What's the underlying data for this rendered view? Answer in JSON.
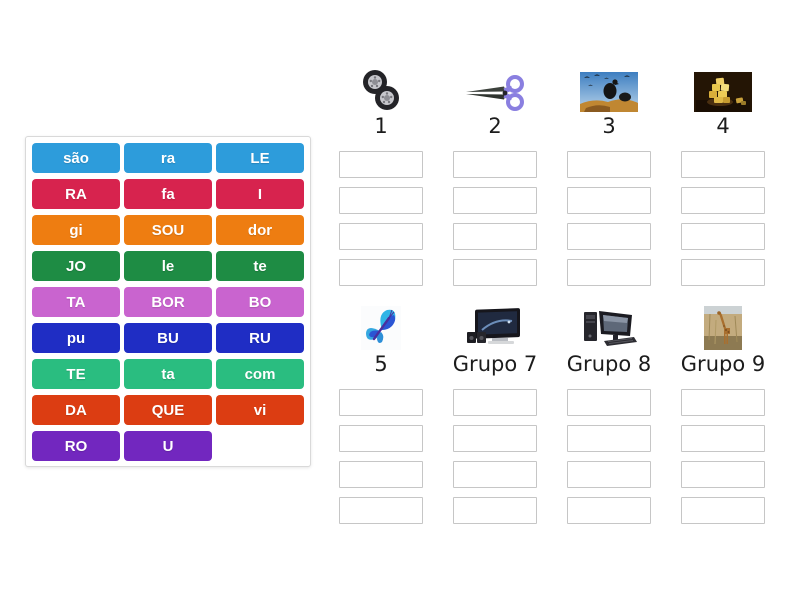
{
  "page": {
    "background": "#ffffff",
    "slot_border_color": "#c6c6c6",
    "label_color": "#1c1c1c"
  },
  "word_bank": {
    "rows": [
      {
        "color": "#2d9cdb",
        "tiles": [
          "são",
          "ra",
          "LE"
        ]
      },
      {
        "color": "#d7234e",
        "tiles": [
          "RA",
          "fa",
          "I"
        ]
      },
      {
        "color": "#ee7d11",
        "tiles": [
          "gi",
          "SOU",
          "dor"
        ]
      },
      {
        "color": "#1e8c44",
        "tiles": [
          "JO",
          "le",
          "te"
        ]
      },
      {
        "color": "#c964cf",
        "tiles": [
          "TA",
          "BOR",
          "BO"
        ]
      },
      {
        "color": "#1f2dc4",
        "tiles": [
          "pu",
          "BU",
          "RU"
        ]
      },
      {
        "color": "#2abd80",
        "tiles": [
          "TE",
          "ta",
          "com"
        ]
      },
      {
        "color": "#dc3d12",
        "tiles": [
          "DA",
          "QUE",
          "vi"
        ]
      },
      {
        "color": "#7227bf",
        "tiles": [
          "RO",
          "U"
        ]
      }
    ]
  },
  "groups": [
    {
      "label": "1",
      "image": "wheels-image",
      "slots": 4
    },
    {
      "label": "2",
      "image": "scissors-image",
      "slots": 4
    },
    {
      "label": "3",
      "image": "vultures-image",
      "slots": 4
    },
    {
      "label": "4",
      "image": "cheese-image",
      "slots": 4
    },
    {
      "label": "5",
      "image": "butterfly-image",
      "slots": 4
    },
    {
      "label": "Grupo 7",
      "image": "tv-image",
      "slots": 4
    },
    {
      "label": "Grupo 8",
      "image": "computer-image",
      "slots": 4
    },
    {
      "label": "Grupo 9",
      "image": "giraffe-image",
      "slots": 4
    }
  ]
}
